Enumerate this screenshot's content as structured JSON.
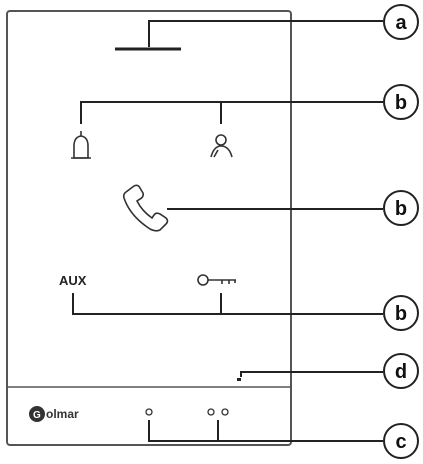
{
  "device": {
    "aux_label": "AUX",
    "brand": "olmar",
    "brand_initial": "G"
  },
  "callouts": {
    "a": "a",
    "b1": "b",
    "b2": "b",
    "b3": "b",
    "d": "d",
    "c": "c"
  },
  "icons": [
    "speaker-grille-icon",
    "bell-icon",
    "person-icon",
    "phone-handset-icon",
    "key-icon"
  ],
  "colors": {
    "line": "#222222",
    "frame": "#555555",
    "background": "#ffffff"
  }
}
